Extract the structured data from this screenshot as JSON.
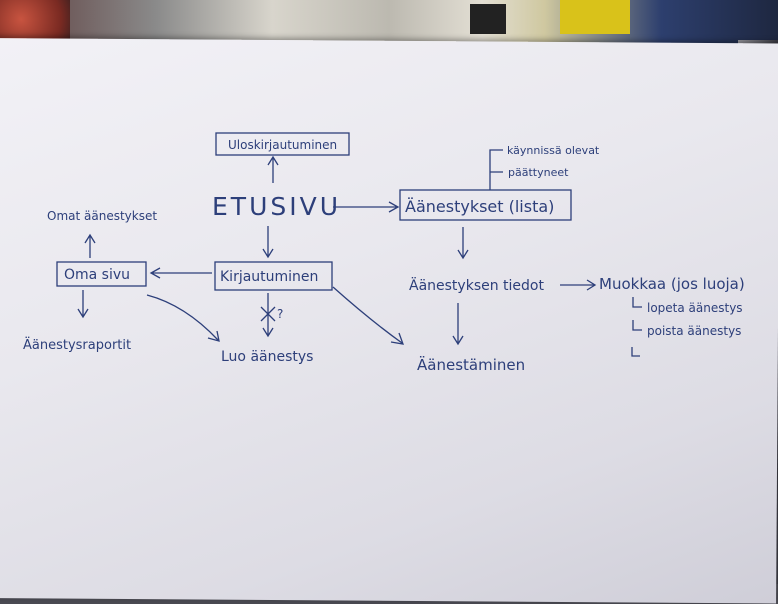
{
  "diagram": {
    "ink_color": "#2d3f7a",
    "paper_color": "#ecebf1",
    "nodes": {
      "logout": "Uloskirjautuminen",
      "home": "ETUSIVU",
      "polls_list": "Äänestykset (lista)",
      "ongoing": "käynnissä olevat",
      "ended": "päättyneet",
      "own_polls": "Omat äänestykset",
      "own_page": "Oma sivu",
      "login": "Kirjautuminen",
      "poll_reports": "Äänestysraportit",
      "create_poll": "Luo äänestys",
      "question_mark": "?",
      "poll_details": "Äänestyksen tiedot",
      "edit": "Muokkaa (jos luoja)",
      "end_poll": "lopeta äänestys",
      "delete_poll": "poista äänestys",
      "voting": "Äänestäminen"
    }
  }
}
